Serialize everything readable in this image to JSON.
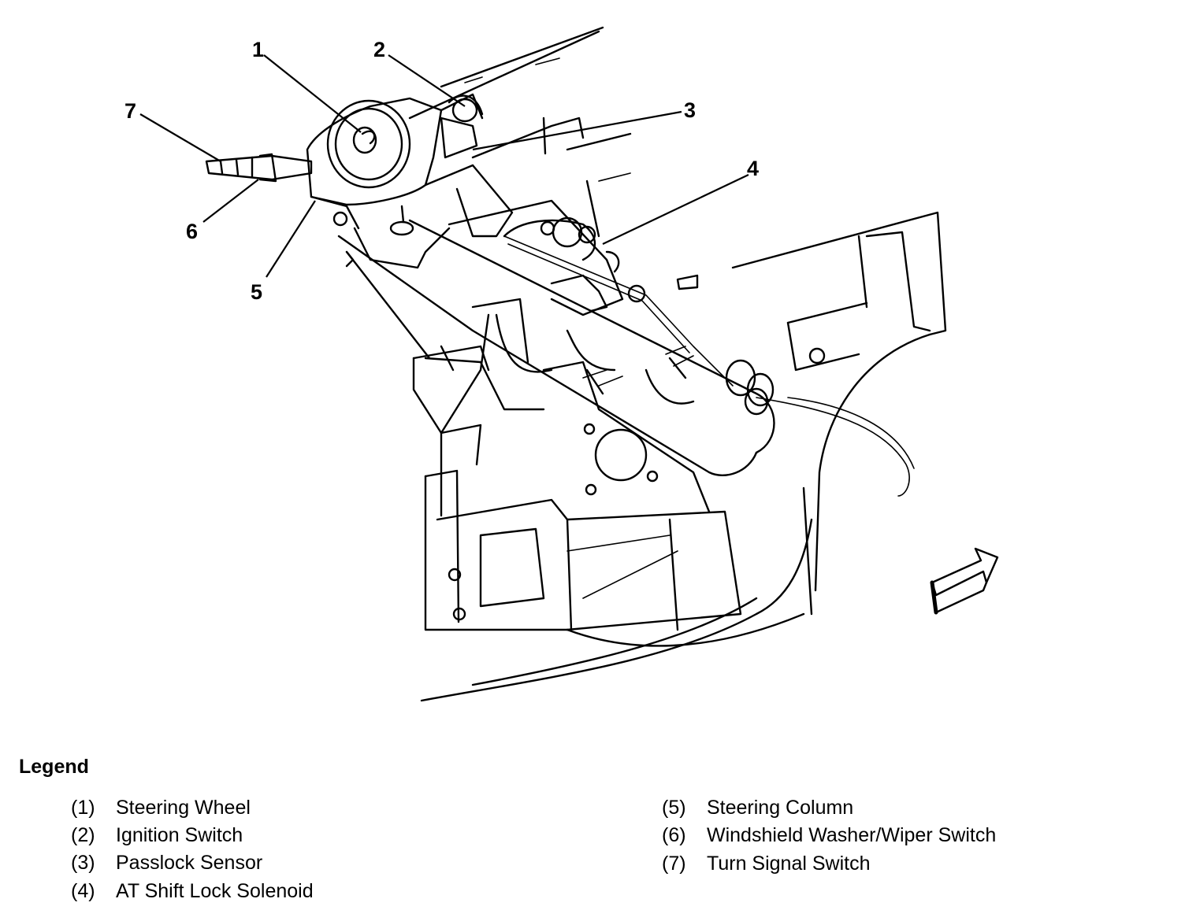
{
  "callouts": [
    "1",
    "2",
    "3",
    "4",
    "5",
    "6",
    "7"
  ],
  "legend": {
    "title": "Legend",
    "items": [
      {
        "num": "(1)",
        "label": "Steering Wheel"
      },
      {
        "num": "(2)",
        "label": "Ignition Switch"
      },
      {
        "num": "(3)",
        "label": "Passlock Sensor"
      },
      {
        "num": "(4)",
        "label": "AT Shift Lock Solenoid"
      },
      {
        "num": "(5)",
        "label": "Steering Column"
      },
      {
        "num": "(6)",
        "label": "Windshield Washer/Wiper Switch"
      },
      {
        "num": "(7)",
        "label": "Turn Signal Switch"
      }
    ]
  }
}
